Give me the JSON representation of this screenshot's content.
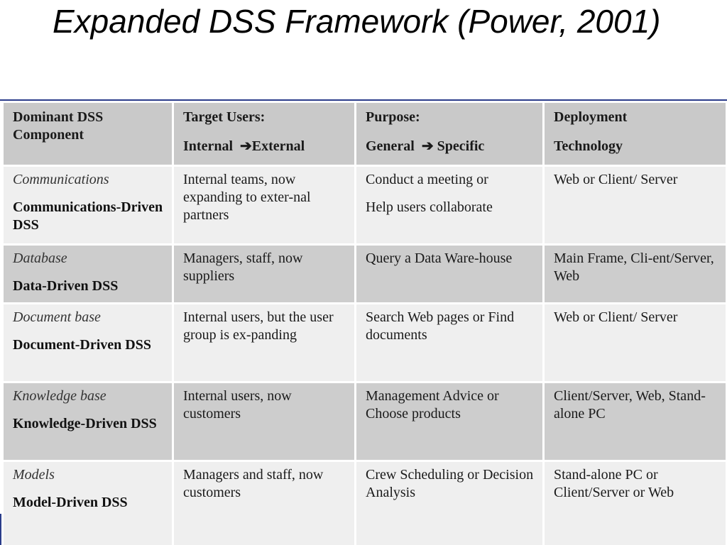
{
  "slide": {
    "title": "Expanded DSS Framework (Power, 2001)"
  },
  "table": {
    "headers": {
      "component": {
        "line1": "Dominant DSS Component"
      },
      "users": {
        "line1": "Target Users:",
        "from": "Internal",
        "arrow": "➔",
        "to": "External"
      },
      "purpose": {
        "line1": "Purpose:",
        "from": "General",
        "arrow": "➔",
        "to": "Specific"
      },
      "tech": {
        "line1": "Deployment",
        "line2": "Technology"
      }
    },
    "rows": [
      {
        "category": "Communications",
        "dss": "Communications-Driven DSS",
        "users": "Internal teams, now expanding to exter-nal partners",
        "purpose1": "Conduct a meeting or",
        "purpose2": "Help users collaborate",
        "tech": "Web or Client/ Server"
      },
      {
        "category": "Database",
        "dss": "Data-Driven DSS",
        "users": "Managers, staff, now suppliers",
        "purpose1": "Query a Data Ware-house",
        "purpose2": "",
        "tech": "Main Frame, Cli-ent/Server, Web"
      },
      {
        "category": "Document base",
        "dss": "Document-Driven DSS",
        "users": "Internal users, but the user group is ex-panding",
        "purpose1": "Search Web pages or Find documents",
        "purpose2": "",
        "tech": "Web or Client/ Server"
      },
      {
        "category": "Knowledge base",
        "dss": "Knowledge-Driven DSS",
        "users": "Internal users, now customers",
        "purpose1": "Management Advice or Choose products",
        "purpose2": "",
        "tech": "Client/Server, Web, Stand-alone PC"
      },
      {
        "category": "Models",
        "dss": "Model-Driven DSS",
        "users": "Managers and staff, now customers",
        "purpose1": "Crew Scheduling or Decision Analysis",
        "purpose2": "",
        "tech": "Stand-alone PC or Client/Server or Web"
      }
    ]
  }
}
